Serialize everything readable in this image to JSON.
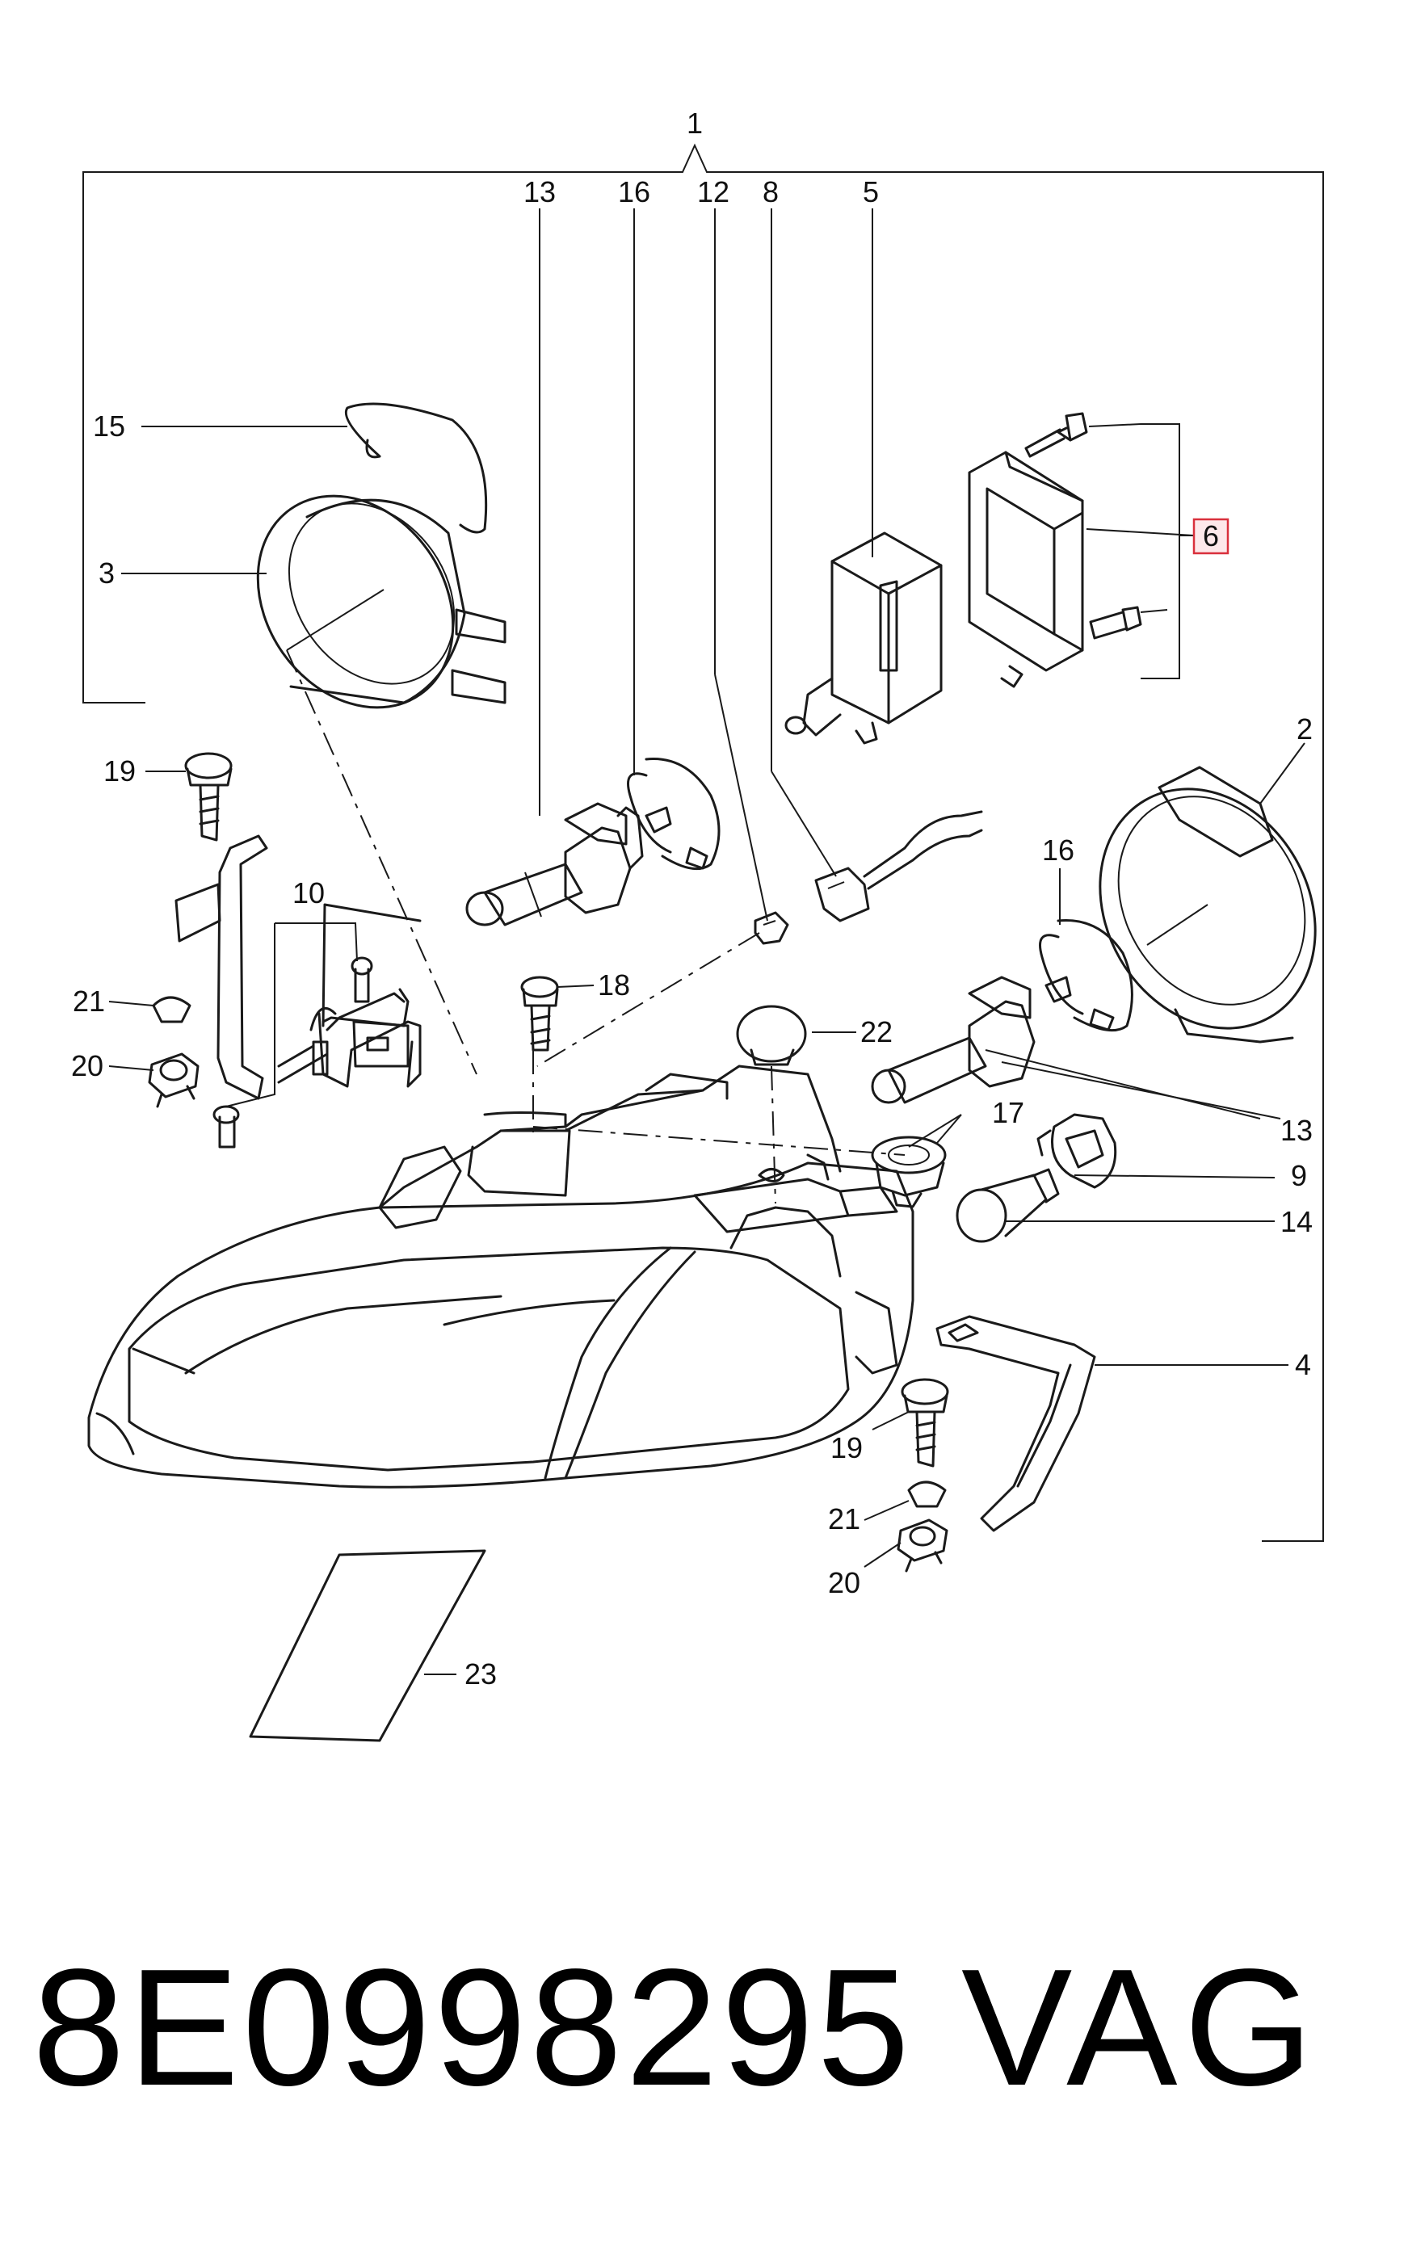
{
  "callouts": {
    "n1": "1",
    "n13a": "13",
    "n16a": "16",
    "n12": "12",
    "n8": "8",
    "n5": "5",
    "n15": "15",
    "n3": "3",
    "n6": "6",
    "n2": "2",
    "n19a": "19",
    "n10": "10",
    "n16b": "16",
    "n21a": "21",
    "n18": "18",
    "n20a": "20",
    "n22": "22",
    "n17": "17",
    "n13b": "13",
    "n9": "9",
    "n14": "14",
    "n4": "4",
    "n19b": "19",
    "n21b": "21",
    "n20b": "20",
    "n23": "23"
  },
  "highlight_color": "#d9303c",
  "footer": {
    "part_number": "8E0998295",
    "brand": "VAG"
  }
}
